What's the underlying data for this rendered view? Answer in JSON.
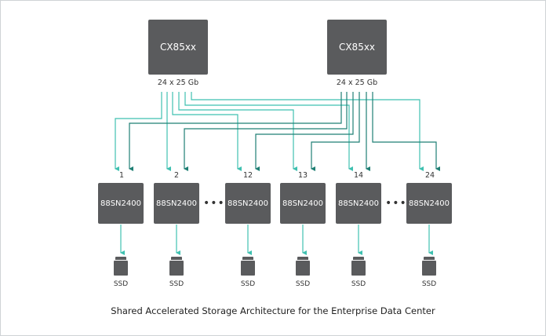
{
  "switches": [
    {
      "label": "CX85xx",
      "ports": "24 x 25 Gb"
    },
    {
      "label": "CX85xx",
      "ports": "24 x 25 Gb"
    }
  ],
  "controllers": [
    {
      "number": "1",
      "label": "88SN2400",
      "ssd": "SSD"
    },
    {
      "number": "2",
      "label": "88SN2400",
      "ssd": "SSD"
    },
    {
      "number": "12",
      "label": "88SN2400",
      "ssd": "SSD"
    },
    {
      "number": "13",
      "label": "88SN2400",
      "ssd": "SSD"
    },
    {
      "number": "14",
      "label": "88SN2400",
      "ssd": "SSD"
    },
    {
      "number": "24",
      "label": "88SN2400",
      "ssd": "SSD"
    }
  ],
  "ellipsis": "•••",
  "caption": "Shared Accelerated Storage Architecture for the Enterprise Data Center",
  "colors": {
    "box": "#5a5b5d",
    "link_left_switch": "#3fc0b0",
    "link_right_switch": "#1f7f74"
  }
}
